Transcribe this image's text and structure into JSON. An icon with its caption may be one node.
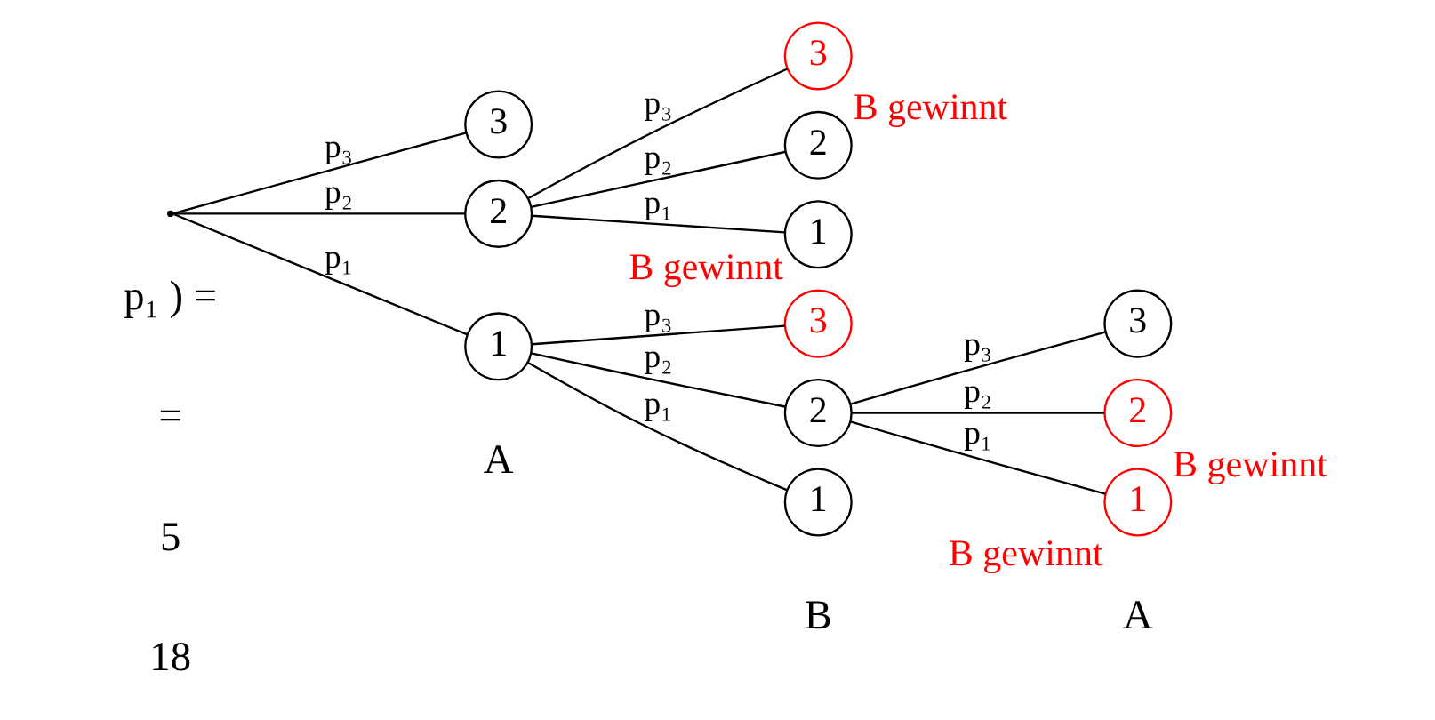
{
  "diagram": {
    "nodes": [
      {
        "text": [],
        "shape": "point"
      },
      {
        "text": [
          "3"
        ]
      },
      {
        "text": [
          "2"
        ]
      },
      {
        "text": [
          "1"
        ]
      },
      {
        "text": [
          "3"
        ],
        "beside": [
          "B gewinnt"
        ]
      },
      {
        "text": [
          "2"
        ]
      },
      {
        "text": [
          "1"
        ]
      },
      {
        "text": [
          "3"
        ],
        "beside": [
          "B gewinnt"
        ]
      },
      {
        "text": [
          "2"
        ]
      },
      {
        "text": [
          "1"
        ]
      },
      {
        "text": [
          "3"
        ]
      },
      {
        "text": [
          "2"
        ],
        "beside": [
          "B gewinnt"
        ]
      },
      {
        "text": [
          "1"
        ],
        "beside": [
          "B gewinnt"
        ]
      }
    ],
    "edges": [
      {
        "from": 0,
        "to": 1,
        "arrow": "none",
        "label": "p₃"
      },
      {
        "from": 0,
        "to": 2,
        "arrow": "none",
        "label": "p₂"
      },
      {
        "from": 0,
        "to": 3,
        "arrow": "none",
        "label": "p₁"
      },
      {
        "from": 2,
        "to": 4,
        "arrow": "none",
        "label": "p₃"
      },
      {
        "from": 2,
        "to": 5,
        "arrow": "none",
        "label": "p₂"
      },
      {
        "from": 2,
        "to": 6,
        "arrow": "none",
        "label": "p₁"
      },
      {
        "from": 3,
        "to": 7,
        "arrow": "none",
        "label": "p₃"
      },
      {
        "from": 3,
        "to": 8,
        "arrow": "none",
        "label": "p₂"
      },
      {
        "from": 3,
        "to": 9,
        "arrow": "none",
        "label": "p₁"
      },
      {
        "from": 8,
        "to": 10,
        "arrow": "none",
        "label": "p₃"
      },
      {
        "from": 8,
        "to": 11,
        "arrow": "none",
        "label": "p₂"
      },
      {
        "from": 8,
        "to": 12,
        "arrow": "none",
        "label": "p₁"
      }
    ],
    "labels": [
      "p₁ ) =",
      "=",
      "5",
      "18",
      "A",
      "B",
      "A"
    ]
  }
}
